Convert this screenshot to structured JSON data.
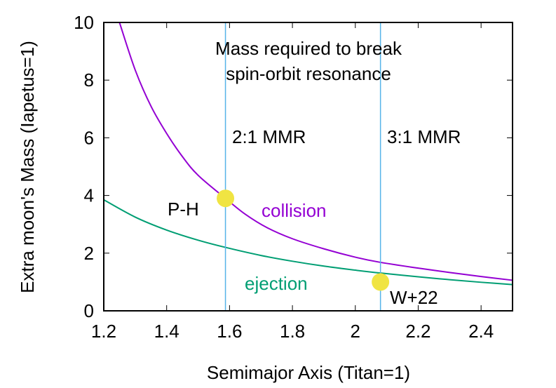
{
  "chart_data": {
    "type": "line",
    "title": "",
    "xlabel": "Semimajor Axis (Titan=1)",
    "ylabel": "Extra moon's Mass (Iapetus=1)",
    "xlim": [
      1.2,
      2.5
    ],
    "ylim": [
      0,
      10
    ],
    "xticks": [
      1.2,
      1.4,
      1.6,
      1.8,
      2.0,
      2.2,
      2.4
    ],
    "xtick_labels": [
      "1.2",
      "1.4",
      "1.6",
      "1.8",
      "2",
      "2.2",
      "2.4"
    ],
    "yticks": [
      0,
      2,
      4,
      6,
      8,
      10
    ],
    "ytick_labels": [
      "0",
      "2",
      "4",
      "6",
      "8",
      "10"
    ],
    "grid": false,
    "legend": "none (inline curve labels)",
    "series": [
      {
        "name": "collision",
        "color": "#9400D3",
        "x": [
          1.25,
          1.3,
          1.35,
          1.4,
          1.45,
          1.5,
          1.587,
          1.65,
          1.72,
          1.8,
          1.9,
          2.0,
          2.08,
          2.2,
          2.3,
          2.4,
          2.5
        ],
        "y": [
          10.0,
          8.35,
          7.1,
          6.15,
          5.35,
          4.7,
          3.9,
          3.35,
          2.88,
          2.5,
          2.15,
          1.86,
          1.68,
          1.48,
          1.33,
          1.19,
          1.06
        ]
      },
      {
        "name": "ejection",
        "color": "#009E73",
        "x": [
          1.2,
          1.3,
          1.4,
          1.5,
          1.587,
          1.7,
          1.8,
          1.9,
          2.0,
          2.08,
          2.2,
          2.3,
          2.4,
          2.5
        ],
        "y": [
          3.85,
          3.25,
          2.8,
          2.45,
          2.2,
          1.92,
          1.72,
          1.55,
          1.41,
          1.31,
          1.18,
          1.08,
          0.99,
          0.91
        ]
      }
    ],
    "vertical_lines": [
      {
        "x": 1.587,
        "label": "2:1 MMR",
        "color": "#56B4E9"
      },
      {
        "x": 2.08,
        "label": "3:1 MMR",
        "color": "#56B4E9"
      }
    ],
    "points": [
      {
        "label": "P-H",
        "x": 1.587,
        "y": 3.9,
        "color": "#F0E442"
      },
      {
        "label": "W+22",
        "x": 2.08,
        "y": 1.0,
        "color": "#F0E442"
      }
    ],
    "annotations": [
      {
        "text": "Mass required to break",
        "x": 1.85,
        "y": 9.1
      },
      {
        "text": "spin-orbit resonance",
        "x": 1.85,
        "y": 8.0
      },
      {
        "text": "collision",
        "x": 1.79,
        "y": 3.4,
        "color": "#9400D3"
      },
      {
        "text": "ejection",
        "x": 1.74,
        "y": 0.85,
        "color": "#009E73"
      }
    ]
  },
  "labels": {
    "title_line1": "Mass required to break",
    "title_line2": "spin-orbit resonance",
    "mmr21": "2:1 MMR",
    "mmr31": "3:1 MMR",
    "collision": "collision",
    "ejection": "ejection",
    "ph": "P-H",
    "w22": "W+22"
  }
}
